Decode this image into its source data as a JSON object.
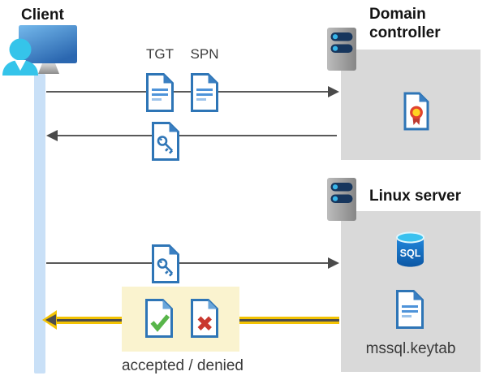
{
  "diagram": {
    "client": {
      "label": "Client"
    },
    "domain_controller": {
      "label_line1": "Domain",
      "label_line2": "controller"
    },
    "linux_server": {
      "label": "Linux server",
      "keytab_file": "mssql.keytab",
      "sql_badge": "SQL"
    },
    "tickets": {
      "tgt": "TGT",
      "spn": "SPN"
    },
    "result": {
      "label": "accepted / denied"
    },
    "colors": {
      "document_blue": "#2e75b6",
      "box_gray": "#d9d9d9",
      "highlight_yellow": "#faf3cf",
      "gold_arrow": "#f3c303",
      "arrow_gray": "#595959",
      "check_green": "#58b54a",
      "cross_red": "#c9382f",
      "client_bar_blue": "#c9e0f7",
      "person_cyan": "#35c4ea",
      "sql_blue": "#1b7ed0"
    }
  }
}
